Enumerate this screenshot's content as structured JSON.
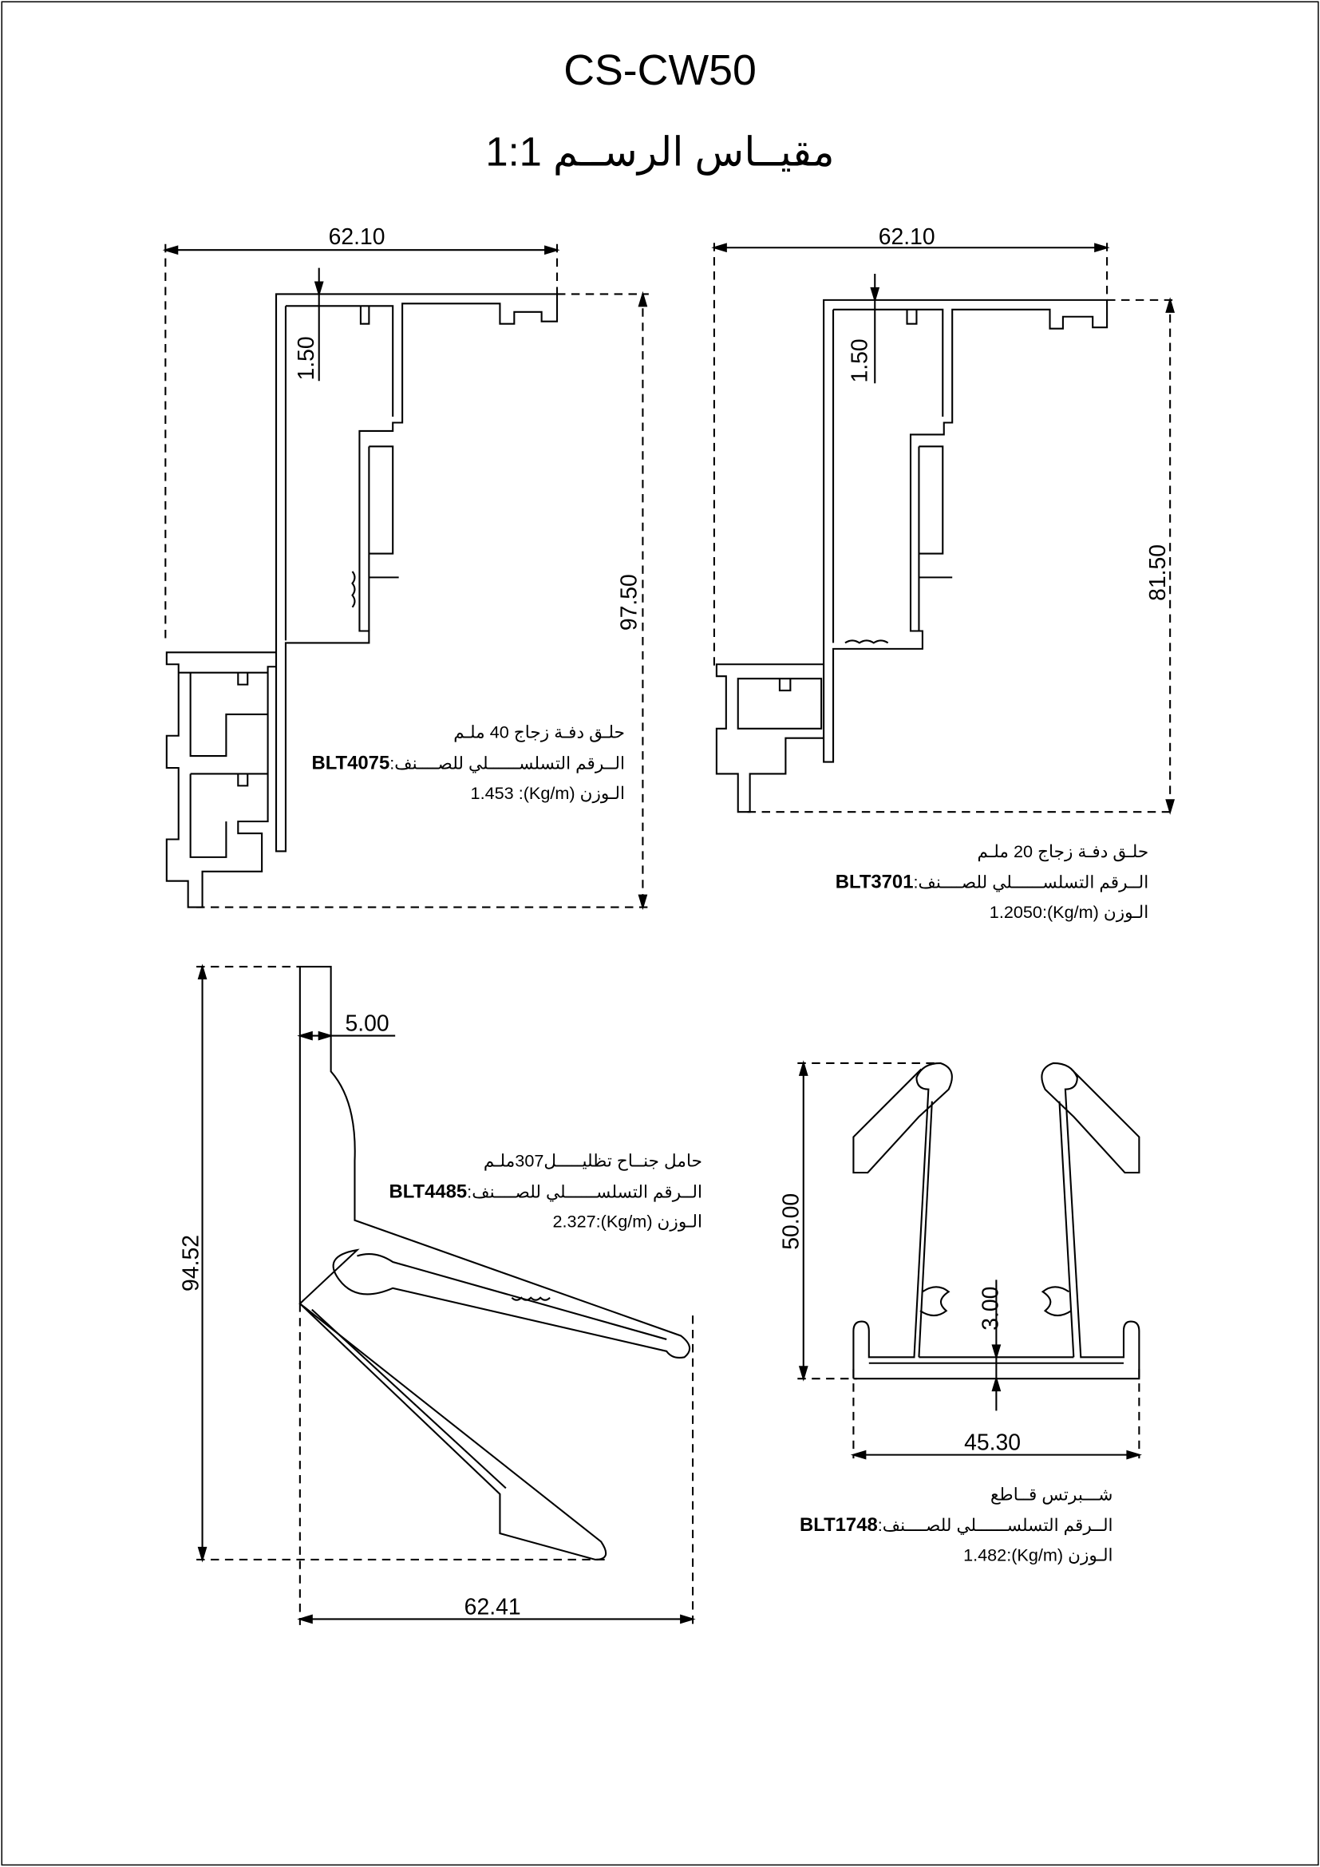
{
  "title": "CS-CW50",
  "scale_label": "مقيــاس الرســم 1:1",
  "profiles": [
    {
      "name": "حلـق دفـة زجاج 40 ملـم",
      "code": "BLT4075",
      "code_label": "الــرقم التسلســــــلي للصــــنف:",
      "weight_label": "الـوزن (Kg/m):",
      "weight": "1.453",
      "dims": {
        "width": "62.10",
        "height": "97.50",
        "thickness": "1.50"
      }
    },
    {
      "name": "حلـق دفـة زجاج 20 ملـم",
      "code": "BLT3701",
      "code_label": "الــرقم التسلســــــلي للصــــنف:",
      "weight_label": "الـوزن (Kg/m):",
      "weight": "1.2050",
      "dims": {
        "width": "62.10",
        "height": "81.50",
        "thickness": "1.50"
      }
    },
    {
      "name": "حامل جنــاح تظليـــــل307ملـم",
      "code": "BLT4485",
      "code_label": "الــرقم التسلســــــلي للصــــنف:",
      "weight_label": "الـوزن (Kg/m):",
      "weight": "2.327",
      "dims": {
        "width": "62.41",
        "height": "94.52",
        "thickness": "5.00"
      }
    },
    {
      "name": "شـــبرتس قــاطع",
      "code": "BLT1748",
      "code_label": "الــرقم التسلســــــلي للصــــنف:",
      "weight_label": "الـوزن (Kg/m):",
      "weight": "1.482",
      "dims": {
        "width": "45.30",
        "height": "50.00",
        "thickness": "3.00"
      }
    }
  ]
}
